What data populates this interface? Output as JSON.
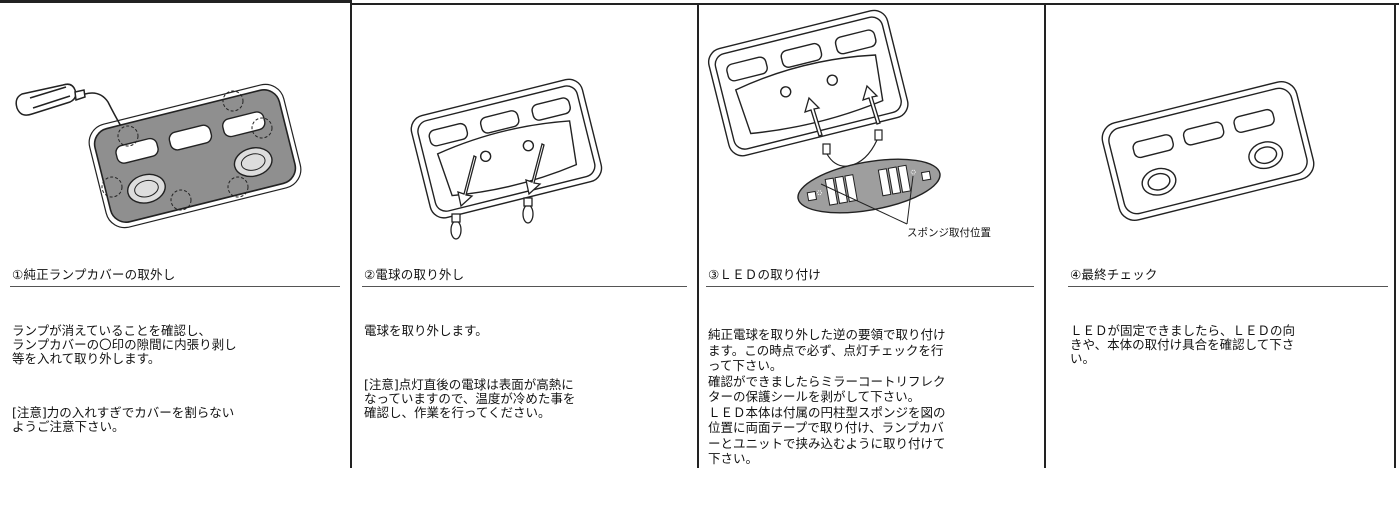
{
  "panels": [
    {
      "title": "①純正ランプカバーの取外し",
      "paragraphs": [
        "ランプが消えていることを確認し、\nランプカバーの〇印の隙間に内張り剥し\n等を入れて取り外します。",
        "[注意]力の入れすぎでカバーを割らない\nようご注意下さい。"
      ]
    },
    {
      "title": "②電球の取り外し",
      "paragraphs": [
        "電球を取り外します。",
        "[注意]点灯直後の電球は表面が高熱に\nなっていますので、温度が冷めた事を\n確認し、作業を行ってください。"
      ]
    },
    {
      "title": "③ＬＥＤの取り付け",
      "paragraphs": [
        "純正電球を取り外した逆の要領で取り付け\nます。この時点で必ず、点灯チェックを行\nって下さい。\n確認ができましたらミラーコートリフレク\nターの保護シールを剥がして下さい。\nＬＥＤ本体は付属の円柱型スポンジを図の\n位置に両面テープで取り付け、ランプカバ\nーとユニットで挟み込むように取り付けて\n下さい。"
      ],
      "callout": "スポンジ取付位置"
    },
    {
      "title": "④最終チェック",
      "paragraphs": [
        "ＬＥＤが固定できましたら、ＬＥＤの向\nきや、本体の取付け具合を確認して下さ\nい。"
      ]
    }
  ],
  "colors": {
    "line": "#222222",
    "cover_fill": "#9a9a9a",
    "pcb_fill": "#9e9e9e"
  }
}
